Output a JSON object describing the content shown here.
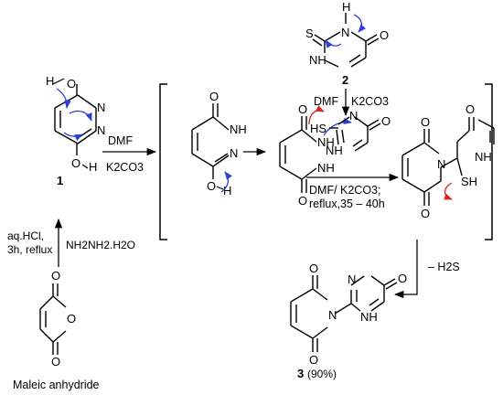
{
  "atoms": {
    "O": "O",
    "N": "N",
    "H": "H",
    "S": "S",
    "NH": "NH",
    "HS": "HS",
    "SH": "SH"
  },
  "conditions": {
    "step1_top": "DMF",
    "step1_bottom": "K2CO3",
    "step_down_left": "DMF",
    "step_down_right": "K2CO3",
    "main_line1": "DMF/ K2CO3;",
    "main_line2": "reflux,35 – 40h",
    "hydrolysis_left1": "aq.HCl,",
    "hydrolysis_left2": "3h, reflux",
    "hydrolysis_right": "NH2NH2.H2O",
    "elimination": "– H2S"
  },
  "labels": {
    "compound1": "1",
    "compound2": "2",
    "compound3": "3",
    "yield": "(90%)",
    "maleic": "Maleic anhydride"
  },
  "colors": {
    "ink": "#000000",
    "curved_arrow_blue": "#2b3fd6",
    "curved_arrow_red": "#e02020"
  }
}
